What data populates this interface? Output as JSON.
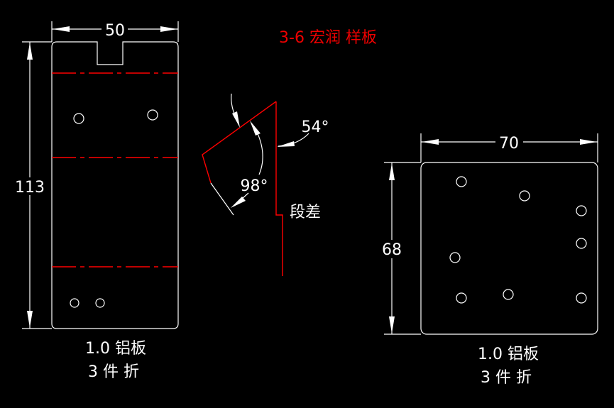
{
  "title": "3-6  宏润  样板",
  "left_part": {
    "width_dim": "50",
    "height_dim": "113",
    "material": "1.0  铝板",
    "note": "3  件  折"
  },
  "bend_view": {
    "angle_a": "54°",
    "angle_b": "98°",
    "step_label": "段差"
  },
  "right_part": {
    "width_dim": "70",
    "height_dim": "68",
    "material": "1.0  铝板",
    "note": "3  件  折"
  },
  "colors": {
    "line": "#ffffff",
    "bend": "#ff0000",
    "background": "#000000"
  }
}
